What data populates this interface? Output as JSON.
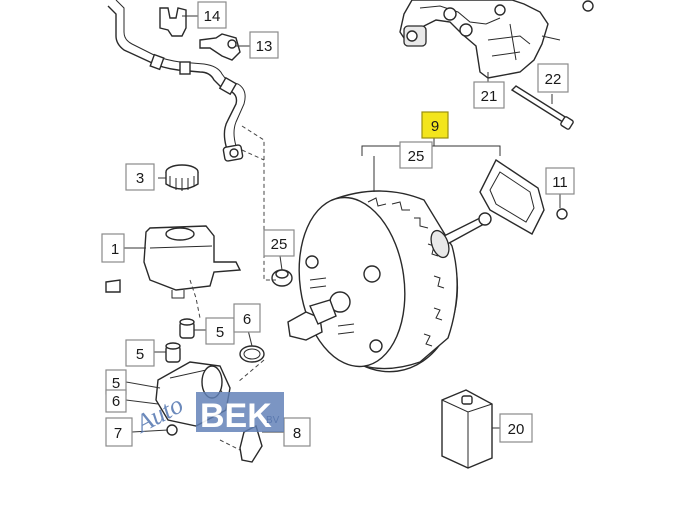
{
  "callouts": [
    {
      "id": "14",
      "label": "14"
    },
    {
      "id": "13",
      "label": "13"
    },
    {
      "id": "22",
      "label": "22"
    },
    {
      "id": "21",
      "label": "21"
    },
    {
      "id": "9",
      "label": "9"
    },
    {
      "id": "25a",
      "label": "25"
    },
    {
      "id": "3",
      "label": "3"
    },
    {
      "id": "11",
      "label": "11"
    },
    {
      "id": "1",
      "label": "1"
    },
    {
      "id": "25b",
      "label": "25"
    },
    {
      "id": "5a",
      "label": "5"
    },
    {
      "id": "6a",
      "label": "6"
    },
    {
      "id": "5b",
      "label": "5"
    },
    {
      "id": "5c",
      "label": "5"
    },
    {
      "id": "6b",
      "label": "6"
    },
    {
      "id": "7",
      "label": "7"
    },
    {
      "id": "8",
      "label": "8"
    },
    {
      "id": "20",
      "label": "20"
    }
  ],
  "watermark": {
    "script": "Auto",
    "brand": "BEK",
    "suffix": "BV"
  },
  "colors": {
    "highlight": "#f3e51c",
    "logo": "#4e6ea9"
  }
}
